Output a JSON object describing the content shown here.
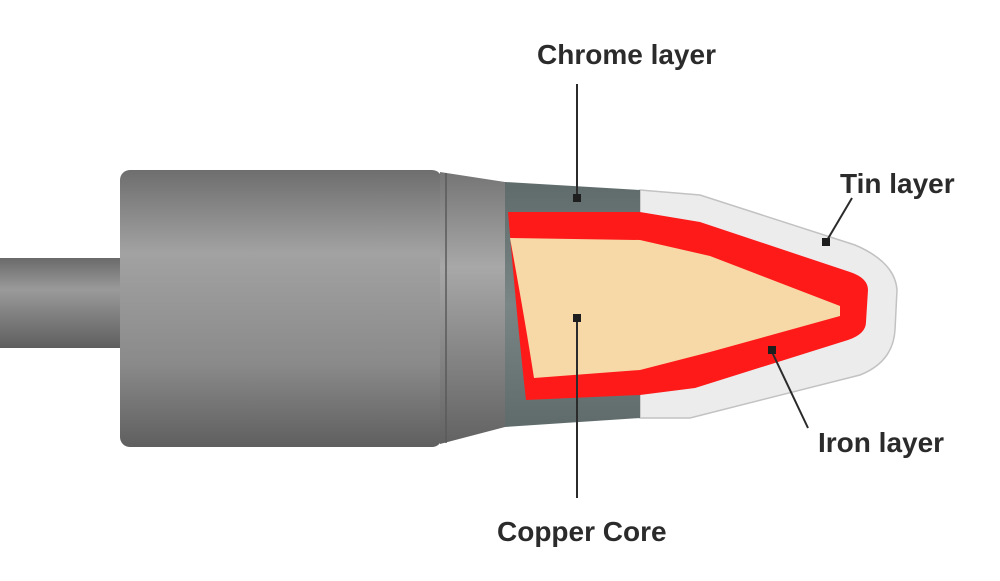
{
  "labels": {
    "chrome": "Chrome layer",
    "tin": "Tin layer",
    "iron": "Iron layer",
    "copper": "Copper Core"
  },
  "colors": {
    "shaft": "#7a7a7a",
    "body": "#8f8f8f",
    "chrome": "#6f7b7b",
    "tin": "#ebebeb",
    "iron": "#ff1a1a",
    "copper": "#f6d9a8",
    "leader": "#2b2b2b"
  }
}
